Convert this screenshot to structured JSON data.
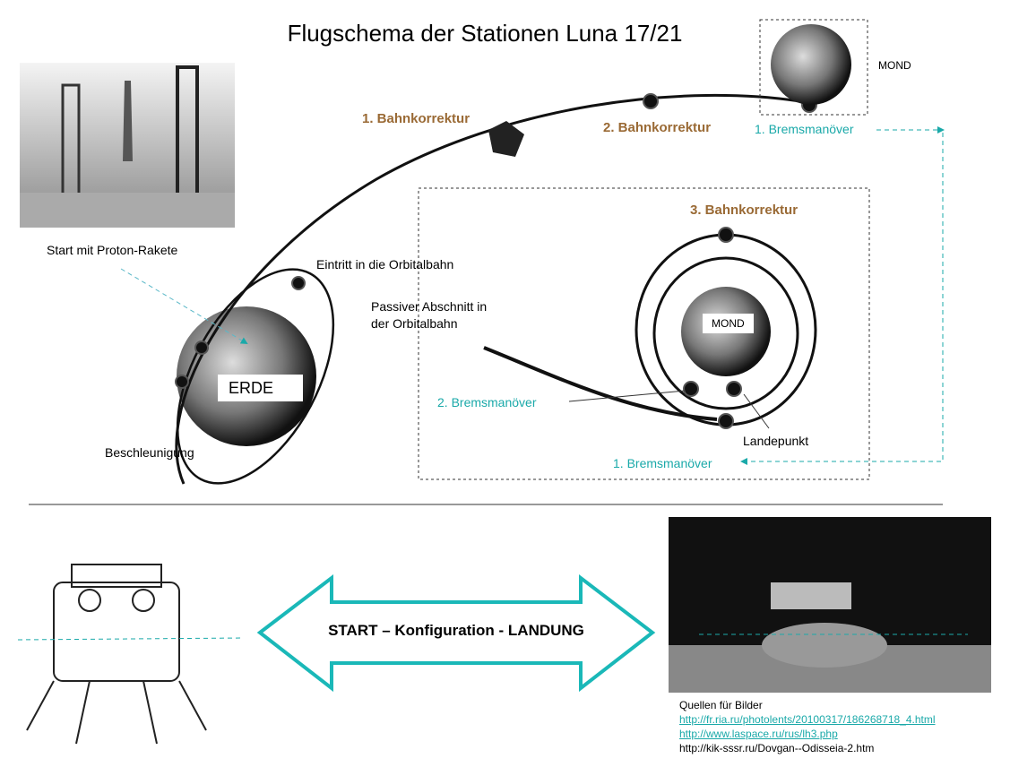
{
  "title": "Flugschema der Stationen Luna 17/21",
  "labels": {
    "start": "Start mit Proton-Rakete",
    "eintritt": "Eintritt in die Orbitalbahn",
    "passiv_1": "Passiver Abschnitt in",
    "passiv_2": "der Orbitalbahn",
    "erde": "ERDE",
    "beschleunigung": "Beschleunigung",
    "korrektur1": "1. Bahnkorrektur",
    "korrektur2": "2. Bahnkorrektur",
    "korrektur3": "3. Bahnkorrektur",
    "brems1_top": "1. Bremsmanöver",
    "brems2": "2. Bremsmanöver",
    "brems1_bottom": "1. Bremsmanöver",
    "mond_top": "MOND",
    "mond_inner": "MOND",
    "landepunkt": "Landepunkt"
  },
  "arrow_label": "START – Konfiguration - LANDUNG",
  "sources": {
    "heading": "Quellen für Bilder",
    "links": [
      "http://fr.ria.ru/photolents/20100317/186268718_4.html",
      "http://www.laspace.ru/rus/lh3.php"
    ],
    "plain": "http://kik-sssr.ru/Dovgan--Odisseia-2.htm"
  },
  "colors": {
    "teal": "#1aa9a9",
    "brown": "#9a6a35"
  }
}
